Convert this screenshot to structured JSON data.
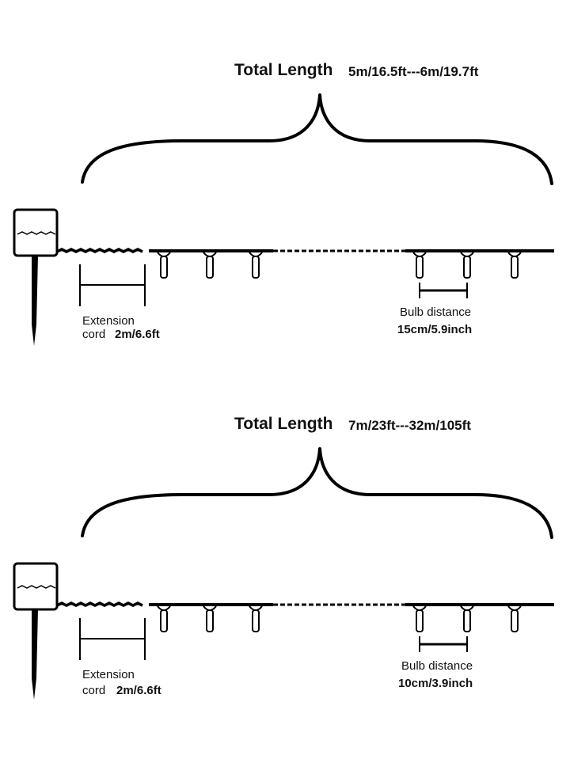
{
  "panels": [
    {
      "total_length_label": "Total Length",
      "total_length_value": "5m/16.5ft---6m/19.7ft",
      "extension_label_line1": "Extension",
      "extension_label_line2": "cord",
      "extension_value": "2m/6.6ft",
      "bulb_distance_label": "Bulb distance",
      "bulb_distance_value": "15cm/5.9inch"
    },
    {
      "total_length_label": "Total Length",
      "total_length_value": "7m/23ft---32m/105ft",
      "extension_label_line1": "Extension",
      "extension_label_line2": "cord",
      "extension_value": "2m/6.6ft",
      "bulb_distance_label": "Bulb distance",
      "bulb_distance_value": "10cm/3.9inch"
    }
  ]
}
